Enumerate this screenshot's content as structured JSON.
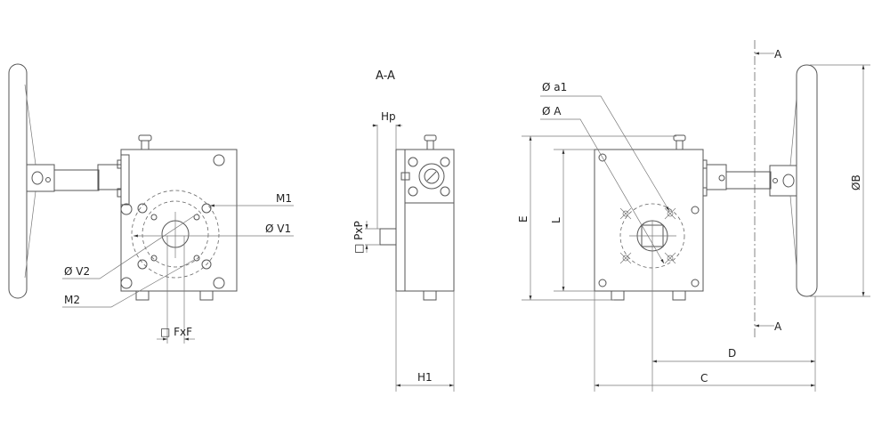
{
  "labels": {
    "m1": "M1",
    "v1": "Ø V1",
    "v2": "Ø V2",
    "m2": "M2",
    "fxf": "□ FxF",
    "section": "A-A",
    "hp": "Hp",
    "pxp": "□ PxP",
    "h1": "H1",
    "a1": "Ø a1",
    "a": "Ø A",
    "e": "E",
    "l": "L",
    "b": "ØB",
    "d": "D",
    "c": "C",
    "section_mark_top": "A",
    "section_mark_bottom": "A"
  }
}
